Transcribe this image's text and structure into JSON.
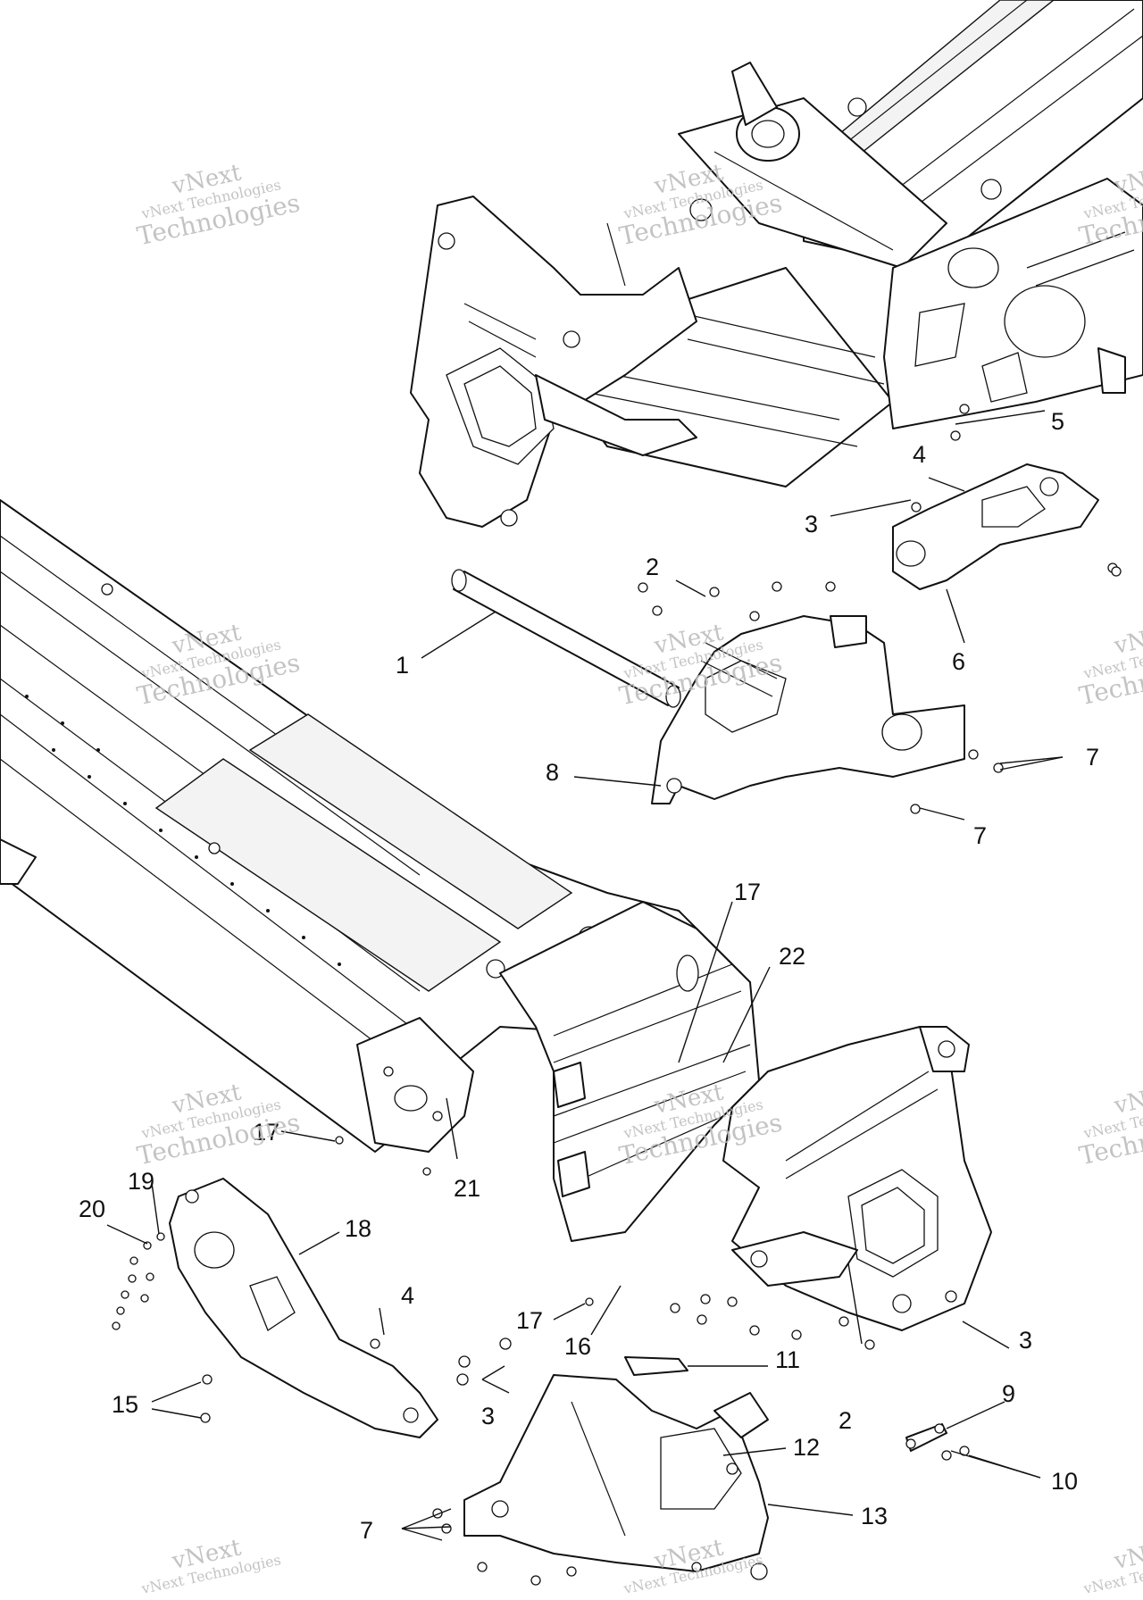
{
  "watermark": {
    "line1": "vNext",
    "line2": "vNext Technologies",
    "line3": "Technologies"
  },
  "callouts": [
    {
      "id": "c1",
      "text": "1"
    },
    {
      "id": "c2a",
      "text": "2"
    },
    {
      "id": "c2b",
      "text": "2"
    },
    {
      "id": "c3a",
      "text": "3"
    },
    {
      "id": "c3b",
      "text": "3"
    },
    {
      "id": "c3c",
      "text": "3"
    },
    {
      "id": "c4a",
      "text": "4"
    },
    {
      "id": "c4b",
      "text": "4"
    },
    {
      "id": "c5",
      "text": "5"
    },
    {
      "id": "c6",
      "text": "6"
    },
    {
      "id": "c7a",
      "text": "7"
    },
    {
      "id": "c7b",
      "text": "7"
    },
    {
      "id": "c7c",
      "text": "7"
    },
    {
      "id": "c8",
      "text": "8"
    },
    {
      "id": "c9",
      "text": "9"
    },
    {
      "id": "c10",
      "text": "10"
    },
    {
      "id": "c11",
      "text": "11"
    },
    {
      "id": "c12",
      "text": "12"
    },
    {
      "id": "c13",
      "text": "13"
    },
    {
      "id": "c15",
      "text": "15"
    },
    {
      "id": "c16",
      "text": "16"
    },
    {
      "id": "c17a",
      "text": "17"
    },
    {
      "id": "c17b",
      "text": "17"
    },
    {
      "id": "c17c",
      "text": "17"
    },
    {
      "id": "c18",
      "text": "18"
    },
    {
      "id": "c19",
      "text": "19"
    },
    {
      "id": "c20",
      "text": "20"
    },
    {
      "id": "c21",
      "text": "21"
    },
    {
      "id": "c22",
      "text": "22"
    }
  ],
  "colors": {
    "line": "#111111",
    "watermark": "#bdbdbd",
    "background": "#ffffff"
  }
}
